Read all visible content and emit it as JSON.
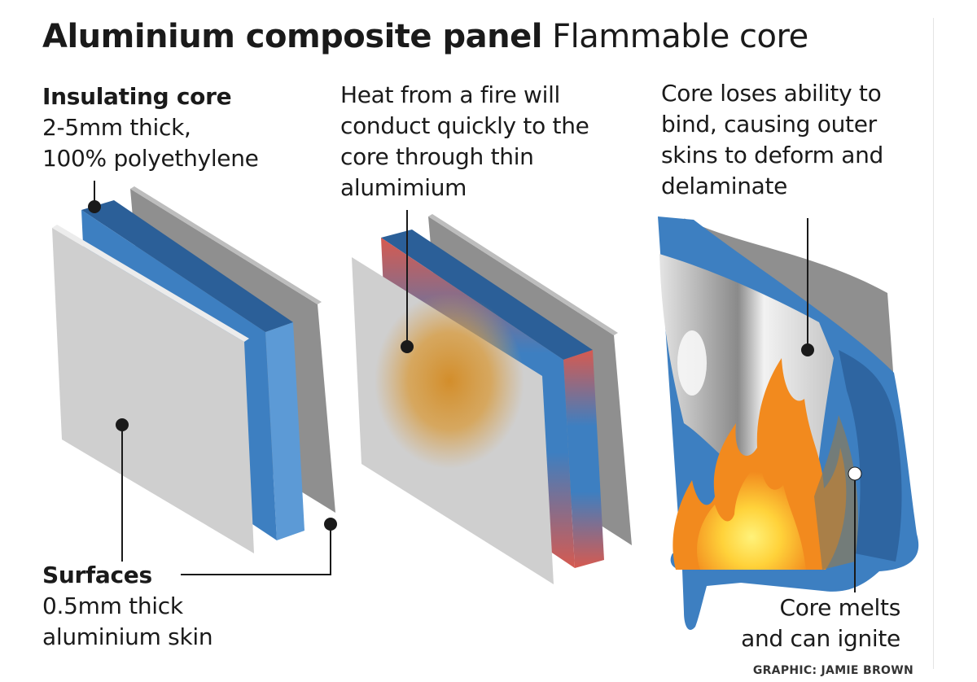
{
  "title": {
    "bold": "Aluminium composite panel",
    "light": "Flammable core"
  },
  "panel1": {
    "core_heading": "Insulating core",
    "core_lines": [
      "2-5mm thick,",
      "100% polyethylene"
    ],
    "surface_heading": "Surfaces",
    "surface_lines": [
      "0.5mm thick",
      "aluminium skin"
    ]
  },
  "panel2": {
    "lines": [
      "Heat from a fire will",
      "conduct quickly to the",
      "core through thin",
      "alumimium"
    ]
  },
  "panel3": {
    "lines": [
      "Core loses ability to",
      "bind, causing outer",
      "skins to deform and",
      "delaminate"
    ],
    "melt_lines": [
      "Core melts",
      "and can ignite"
    ]
  },
  "credit": "GRAPHIC: JAMIE BROWN",
  "colors": {
    "core_blue": "#3d7fc1",
    "core_blue_dark": "#2b5f98",
    "skin_front": "#cfcfcf",
    "skin_back": "#8f8f8f",
    "heat_orange": "#d89a3a",
    "heat_red": "#d65a50",
    "flame_orange": "#f28a1e",
    "flame_yellow": "#ffd23a"
  }
}
